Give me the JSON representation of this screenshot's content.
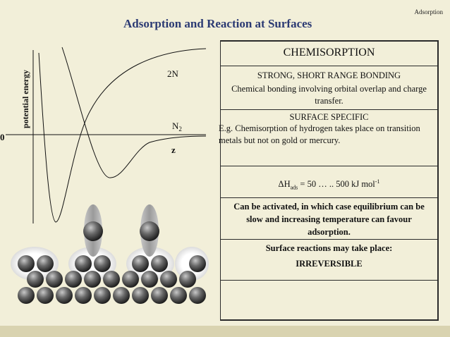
{
  "header": {
    "corner_tag": "Adsorption",
    "title": "Adsorption and Reaction at Surfaces"
  },
  "diagram": {
    "y_axis_label": "potential energy",
    "zero_label": "0",
    "curve_labels": {
      "two_n": "2N",
      "n2": "N",
      "n2_subscript": "2",
      "z": "z"
    }
  },
  "table": {
    "heading": "CHEMISORPTION",
    "bonding": {
      "title": "STRONG, SHORT RANGE BONDING",
      "detail": "Chemical bonding involving orbital overlap and charge transfer."
    },
    "specific": {
      "title": "SURFACE SPECIFIC",
      "example_line1": "E.g. Chemisorption of hydrogen takes place on  transition",
      "example_line2": "metals but not on gold or mercury."
    },
    "enthalpy": {
      "symbol": "ΔH",
      "subscript": "ads",
      "value": " = 50 … .. 500 kJ mol",
      "superscript": "-1"
    },
    "activation": "Can be activated, in which case equilibrium can be slow and increasing temperature can favour adsorption.",
    "reactions": {
      "line1": "Surface reactions may take place:",
      "line2": "IRREVERSIBLE"
    }
  },
  "colors": {
    "background": "#f2efd9",
    "title": "#2b3a73",
    "bottom_band": "#d9d3b0"
  }
}
